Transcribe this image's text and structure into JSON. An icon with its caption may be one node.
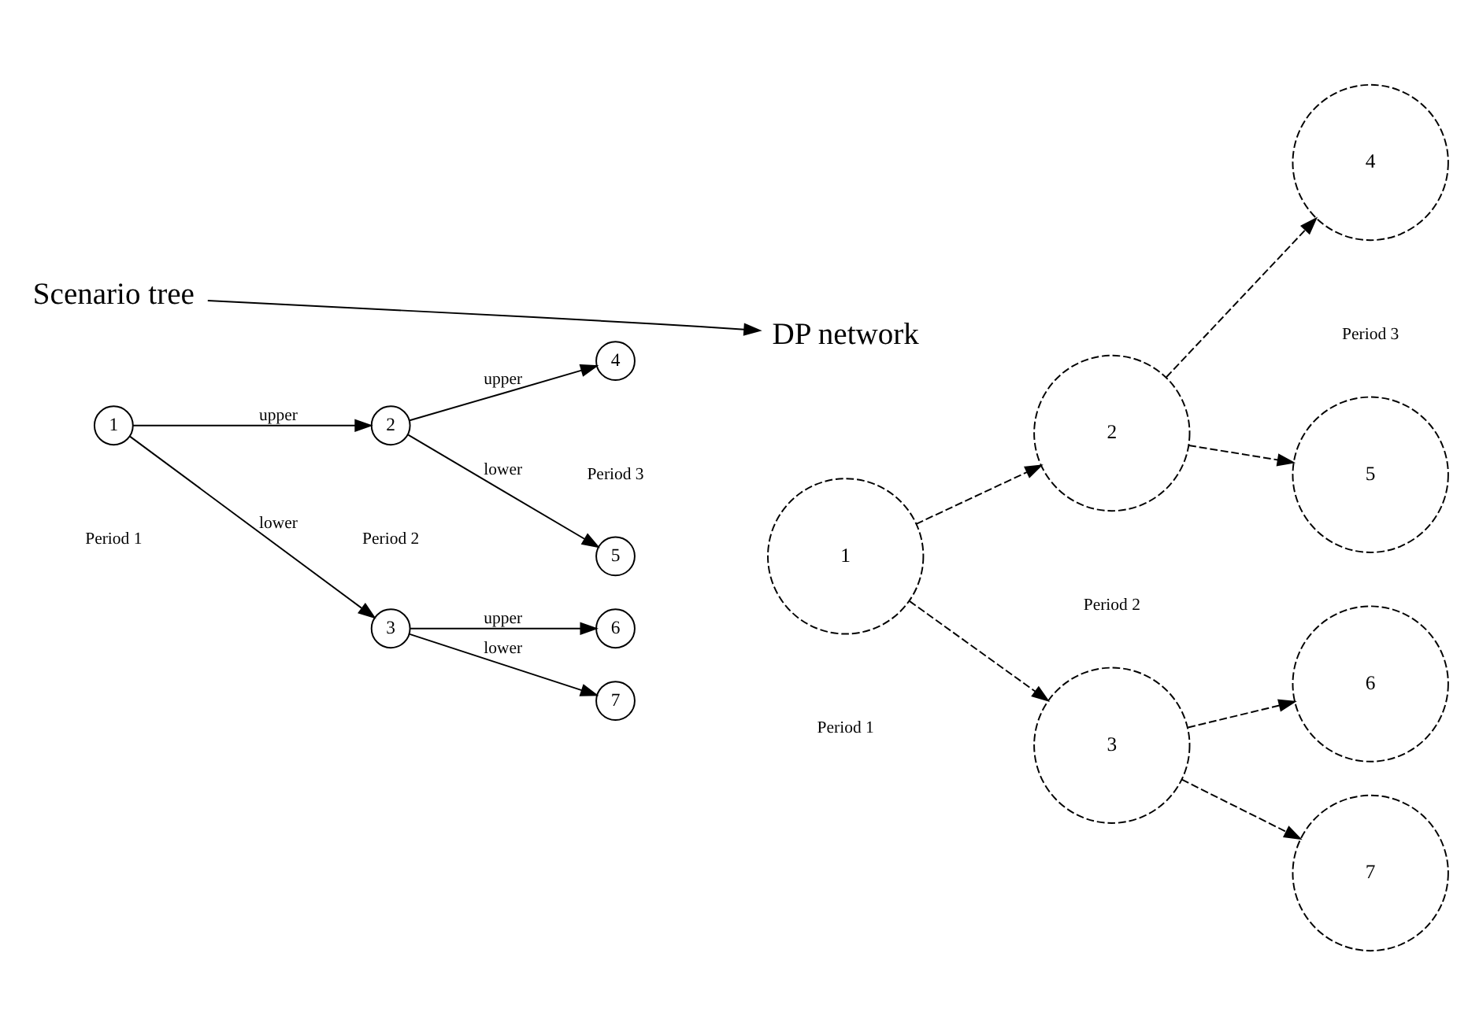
{
  "diagram": {
    "nodes": [
      {
        "text": [
          "Scenario tree"
        ]
      },
      {
        "text": [
          "DP network"
        ]
      },
      {
        "text": [
          "1"
        ]
      },
      {
        "text": [
          "2"
        ]
      },
      {
        "text": [
          "3"
        ]
      },
      {
        "text": [
          "4"
        ]
      },
      {
        "text": [
          "5"
        ]
      },
      {
        "text": [
          "6"
        ]
      },
      {
        "text": [
          "7"
        ]
      },
      {
        "text": [
          "1"
        ]
      },
      {
        "text": [
          "2"
        ]
      },
      {
        "text": [
          "3"
        ]
      },
      {
        "text": [
          "4"
        ]
      },
      {
        "text": [
          "5"
        ]
      },
      {
        "text": [
          "6"
        ]
      },
      {
        "text": [
          "7"
        ]
      }
    ],
    "edges": [
      {
        "from": 0,
        "to": 1,
        "arrow": "to"
      },
      {
        "from": 2,
        "to": 3,
        "arrow": "to",
        "label": "upper"
      },
      {
        "from": 2,
        "to": 4,
        "arrow": "to",
        "label": "lower"
      },
      {
        "from": 3,
        "to": 5,
        "arrow": "to",
        "label": "upper"
      },
      {
        "from": 3,
        "to": 6,
        "arrow": "to",
        "label": "lower"
      },
      {
        "from": 4,
        "to": 7,
        "arrow": "to",
        "label": "upper"
      },
      {
        "from": 4,
        "to": 8,
        "arrow": "to",
        "label": "lower"
      },
      {
        "from": 9,
        "to": 10,
        "arrow": "to",
        "style": "dashed"
      },
      {
        "from": 9,
        "to": 11,
        "arrow": "to",
        "style": "dashed"
      },
      {
        "from": 10,
        "to": 12,
        "arrow": "to",
        "style": "dashed"
      },
      {
        "from": 10,
        "to": 13,
        "arrow": "to",
        "style": "dashed"
      },
      {
        "from": 11,
        "to": 14,
        "arrow": "to",
        "style": "dashed"
      },
      {
        "from": 11,
        "to": 15,
        "arrow": "to",
        "style": "dashed"
      }
    ],
    "labels": [
      "Period 1",
      "Period 2",
      "Period 3",
      "Period 1",
      "Period 2",
      "Period 3"
    ]
  }
}
